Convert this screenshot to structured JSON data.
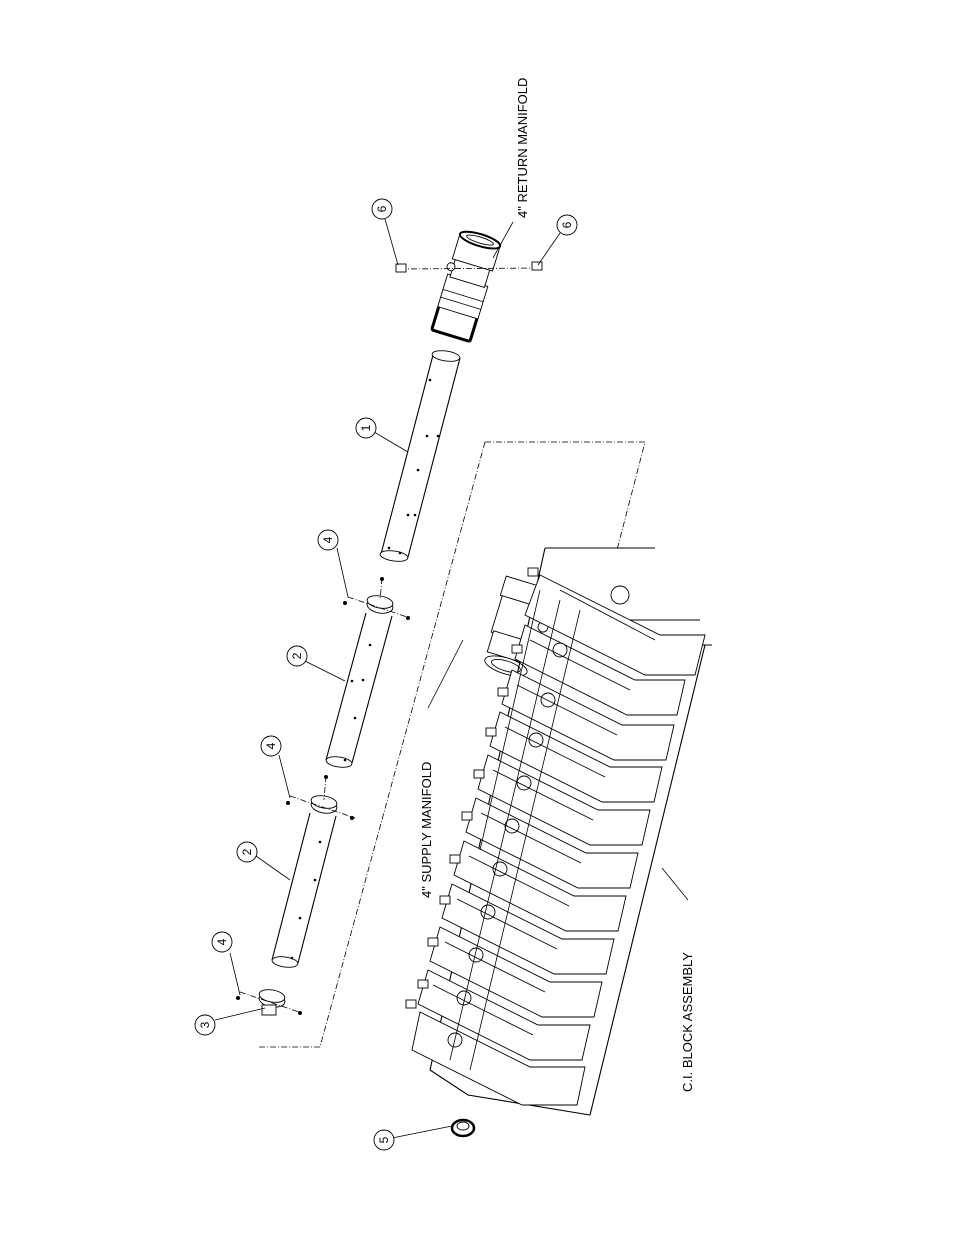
{
  "labels": {
    "return_manifold": "4\" RETURN MANIFOLD",
    "supply_manifold": "4\" SUPPLY MANIFOLD",
    "block_assembly": "C.I. BLOCK ASSEMBLY"
  },
  "callouts": [
    "1",
    "2",
    "2",
    "3",
    "4",
    "4",
    "4",
    "5",
    "6",
    "6"
  ],
  "colors": {
    "line": "#000000",
    "background": "#ffffff"
  }
}
